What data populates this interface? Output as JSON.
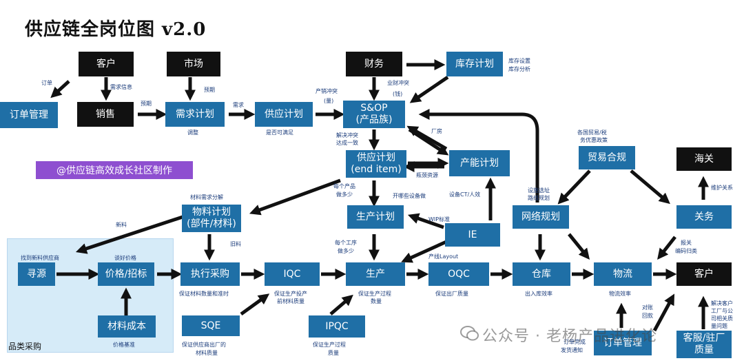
{
  "title": "供应链全岗位图 v2.0",
  "region_label": "品类采购",
  "banner": "@供应链高效成长社区制作",
  "watermark": "公众号 · 老杨产品进化论",
  "nodes": {
    "customer_top": "客户",
    "market": "市场",
    "finance": "财务",
    "inventory_plan": "库存计划",
    "order_mgmt_left": "订单管理",
    "sales": "销售",
    "demand_plan": "需求计划",
    "supply_plan": "供应计划",
    "sop_1": "S&OP",
    "sop_2": "(产品族)",
    "supply_plan_item_1": "供应计划",
    "supply_plan_item_2": "(end item)",
    "capacity_plan": "产能计划",
    "trade_compliance": "贸易合规",
    "customs": "海关",
    "material_plan_1": "物料计划",
    "material_plan_2": "(部件/材料)",
    "production_plan": "生产计划",
    "ie": "IE",
    "network_plan": "网络规划",
    "customs_affairs": "关务",
    "sourcing": "寻源",
    "pricing_bidding": "价格/招标",
    "exec_purchase": "执行采购",
    "iqc": "IQC",
    "production": "生产",
    "oqc": "OQC",
    "warehouse": "仓库",
    "logistics": "物流",
    "customer_bottom": "客户",
    "material_cost": "材料成本",
    "sqe": "SQE",
    "ipqc": "IPQC",
    "order_mgmt_bottom": "订单管理",
    "cs_1": "客服/驻厂",
    "cs_2": "质量"
  },
  "labels": {
    "order": "订单",
    "demand_info": "需求信息",
    "forecast_market": "预期",
    "forecast_sales": "预期",
    "adjust": "调整",
    "demand": "需求",
    "can_meet": "是否可满足",
    "prod_sales_conflict_1": "产销冲突",
    "prod_sales_conflict_2": "(量)",
    "biz_fin_conflict_1": "业财冲突",
    "biz_fin_conflict_2": "(钱)",
    "inv_setting": "库存设置",
    "inv_analysis": "库存分析",
    "resolve_1": "解决冲突",
    "resolve_2": "达成一致",
    "plant": "厂房",
    "bottleneck": "瓶颈资源",
    "tariff_1": "各国贸易/税",
    "tariff_2": "务优惠政策",
    "site_1": "设施选址",
    "site_2": "路线规划",
    "maintain_relation": "维护关系",
    "material_demand": "材料需求分解",
    "new_material": "新料",
    "old_material": "旧料",
    "each_product_1": "每个产品",
    "each_product_2": "做多少",
    "which_equip": "开哪些设备做",
    "equip_ct": "设备CT/人效",
    "wip_std": "WIP标准",
    "line_layout": "产线Layout",
    "each_process_1": "每个工序",
    "each_process_2": "做多少",
    "find_supplier": "找到新料供应商",
    "negotiate": "谈好价格",
    "price_base": "价格基准",
    "ensure_qty_time": "保证材料数量和准时",
    "ensure_input_1": "保证生产投产",
    "ensure_input_2": "前材料质量",
    "ensure_process_1": "保证生产过程",
    "ensure_process_2": "数量",
    "ensure_outgoing": "保证出厂质量",
    "inout_eff": "出入库效率",
    "logistics_eff": "物流效率",
    "declare_1": "报关",
    "declare_2": "编码归类",
    "sqe_desc_1": "保证供应商出厂的",
    "sqe_desc_2": "材料质量",
    "ipqc_desc_1": "保证生产过程",
    "ipqc_desc_2": "质量",
    "order_done_1": "订单完成",
    "order_done_2": "发货通知",
    "reconcile_1": "对账",
    "reconcile_2": "回款",
    "cs_desc_1": "解决客户",
    "cs_desc_2": "工厂与公",
    "cs_desc_3": "司相关质",
    "cs_desc_4": "量问题"
  },
  "colors": {
    "node_blue": "#1f6fa6",
    "node_dark": "#111111",
    "banner": "#8e4fd0",
    "region": "#d6ebf8",
    "label": "#1a3b7a"
  }
}
